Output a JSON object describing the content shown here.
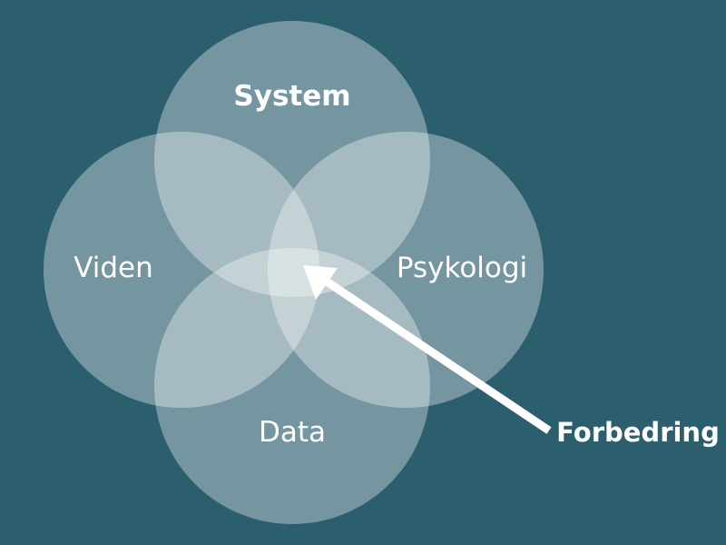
{
  "diagram": {
    "circles": [
      {
        "id": "system",
        "label": "System",
        "bold": true
      },
      {
        "id": "viden",
        "label": "Viden",
        "bold": false
      },
      {
        "id": "psykologi",
        "label": "Psykologi",
        "bold": false
      },
      {
        "id": "data",
        "label": "Data",
        "bold": false
      }
    ],
    "arrow_label": "Forbedring",
    "colors": {
      "background": "#2b5f6d",
      "circle_fill": "#ffffff",
      "arrow": "#ffffff"
    }
  }
}
